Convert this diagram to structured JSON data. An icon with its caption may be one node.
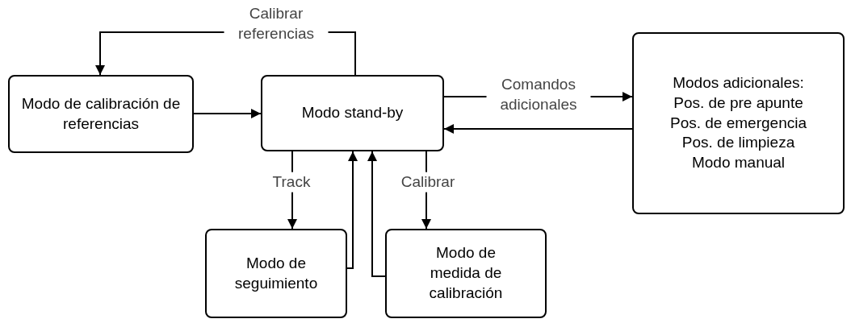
{
  "diagram": {
    "nodes": [
      {
        "text": [
          "Modo de calibración de referencias"
        ]
      },
      {
        "text": [
          "Modo stand-by"
        ]
      },
      {
        "text": [
          "Modos adicionales:",
          "Pos. de pre apunte",
          "Pos. de emergencia",
          "Pos. de limpieza",
          "Modo manual"
        ]
      },
      {
        "text": [
          "Modo de seguimiento"
        ]
      },
      {
        "text": [
          "Modo de medida de calibración"
        ]
      }
    ],
    "edges": [
      {
        "from": 1,
        "to": 0,
        "arrow": "to",
        "label": "Calibrar referencias"
      },
      {
        "from": 0,
        "to": 1,
        "arrow": "to"
      },
      {
        "from": 1,
        "to": 2,
        "arrow": "to",
        "label": "Comandos adicionales"
      },
      {
        "from": 2,
        "to": 1,
        "arrow": "to"
      },
      {
        "from": 1,
        "to": 3,
        "arrow": "to",
        "label": "Track"
      },
      {
        "from": 3,
        "to": 1,
        "arrow": "to"
      },
      {
        "from": 4,
        "to": 1,
        "arrow": "to"
      },
      {
        "from": 1,
        "to": 4,
        "arrow": "to",
        "label": "Calibrar"
      }
    ]
  }
}
